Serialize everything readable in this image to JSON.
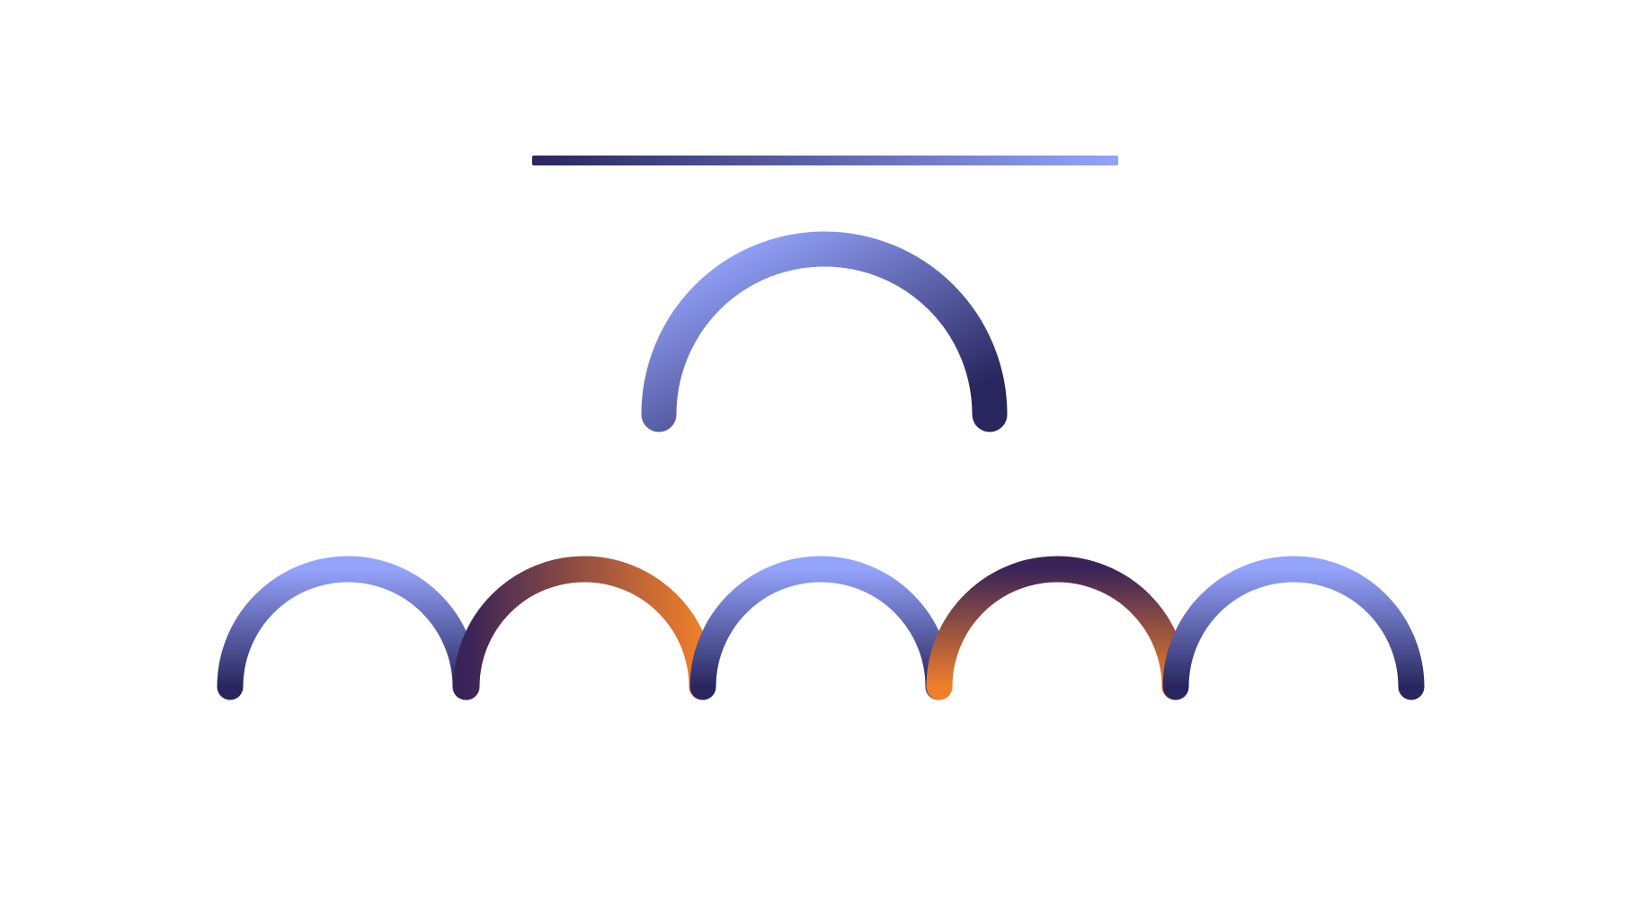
{
  "colors": {
    "background": "#ffffff",
    "indigo_dark": "#29265e",
    "indigo_light": "#94a3fb",
    "periwinkle_mid": "#7b84d8",
    "orange": "#f07f2a",
    "plum": "#3a2358"
  },
  "shapes": {
    "top_bar": {
      "gradient": [
        "indigo_dark",
        "indigo_light"
      ],
      "direction": "left-to-right"
    },
    "main_arc": {
      "gradient": [
        "indigo_light",
        "indigo_dark"
      ],
      "direction": "top-left-to-bottom-right"
    },
    "arc_row": [
      {
        "name": "arc-1",
        "gradient": [
          "indigo_light",
          "indigo_dark"
        ],
        "direction": "top-to-bottom"
      },
      {
        "name": "arc-2",
        "gradient": [
          "plum",
          "orange"
        ],
        "direction": "left-to-right"
      },
      {
        "name": "arc-3",
        "gradient": [
          "indigo_light",
          "indigo_dark"
        ],
        "direction": "top-to-bottom"
      },
      {
        "name": "arc-4",
        "gradient": [
          "plum",
          "orange"
        ],
        "direction": "top-to-bottom"
      },
      {
        "name": "arc-5",
        "gradient": [
          "indigo_light",
          "indigo_dark"
        ],
        "direction": "top-to-bottom"
      }
    ]
  }
}
